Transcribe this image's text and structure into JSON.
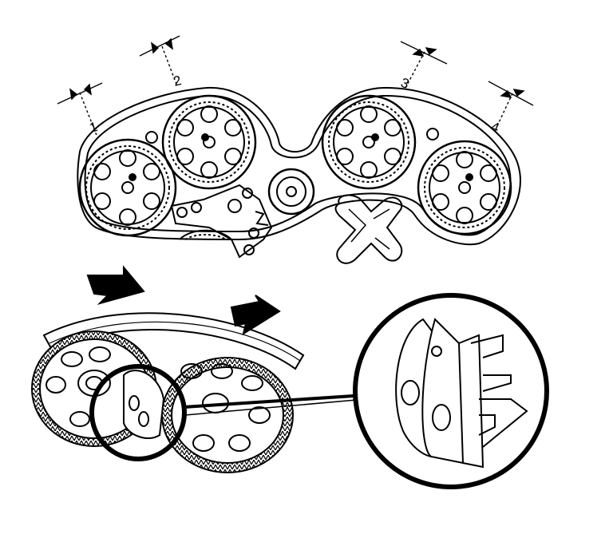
{
  "figure": {
    "callouts": [
      "1",
      "2",
      "3",
      "4"
    ],
    "ink_color": "#000000",
    "paper_color": "#ffffff",
    "upper_view": {
      "sprockets": 4,
      "description_items": [
        "camshaft-sprocket",
        "timing-belt",
        "tensioner-pulley",
        "idler-pulley",
        "crankshaft-plate"
      ]
    },
    "lower_view": {
      "arrows": 2,
      "detail_magnifier": true
    }
  }
}
